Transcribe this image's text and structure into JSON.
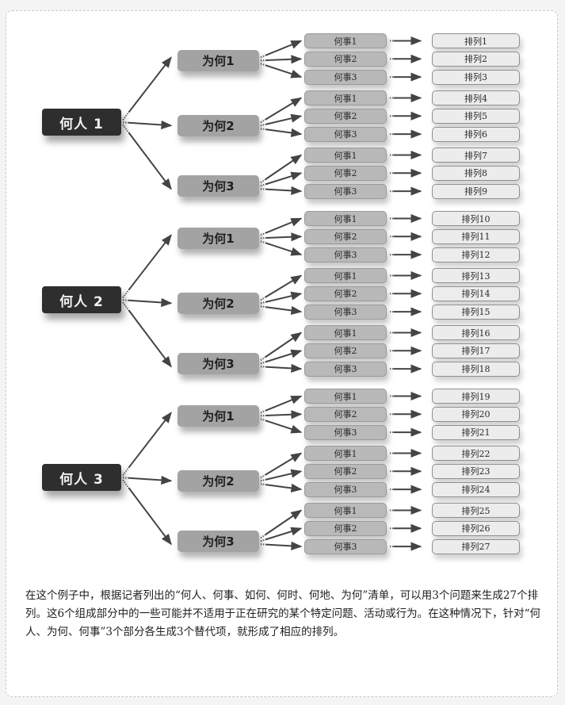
{
  "diagram": {
    "who_nodes": [
      {
        "label": "何人 1"
      },
      {
        "label": "何人 2"
      },
      {
        "label": "何人 3"
      }
    ],
    "why_labels": [
      "为何1",
      "为何2",
      "为何3"
    ],
    "what_labels": [
      "何事1",
      "何事2",
      "何事3"
    ],
    "permutation_prefix": "排列",
    "permutation_count": 27,
    "permutations": [
      "排列1",
      "排列2",
      "排列3",
      "排列4",
      "排列5",
      "排列6",
      "排列7",
      "排列8",
      "排列9",
      "排列10",
      "排列11",
      "排列12",
      "排列13",
      "排列14",
      "排列15",
      "排列16",
      "排列17",
      "排列18",
      "排列19",
      "排列20",
      "排列21",
      "排列22",
      "排列23",
      "排列24",
      "排列25",
      "排列26",
      "排列27"
    ],
    "colors": {
      "who_fill": "#2e2e2e",
      "why_fill": "#a3a3a3",
      "what_fill": "#b9b9b9",
      "permutation_fill": "#ececec",
      "arrow": "#444444"
    }
  },
  "caption": {
    "text": "在这个例子中，根据记者列出的“何人、何事、如何、何时、何地、为何”清单，可以用3个问题来生成27个排列。这6个组成部分中的一些可能并不适用于正在研究的某个特定问题、活动或行为。在这种情况下，针对“何人、为何、何事”3个部分各生成3个替代项，就形成了相应的排列。"
  }
}
